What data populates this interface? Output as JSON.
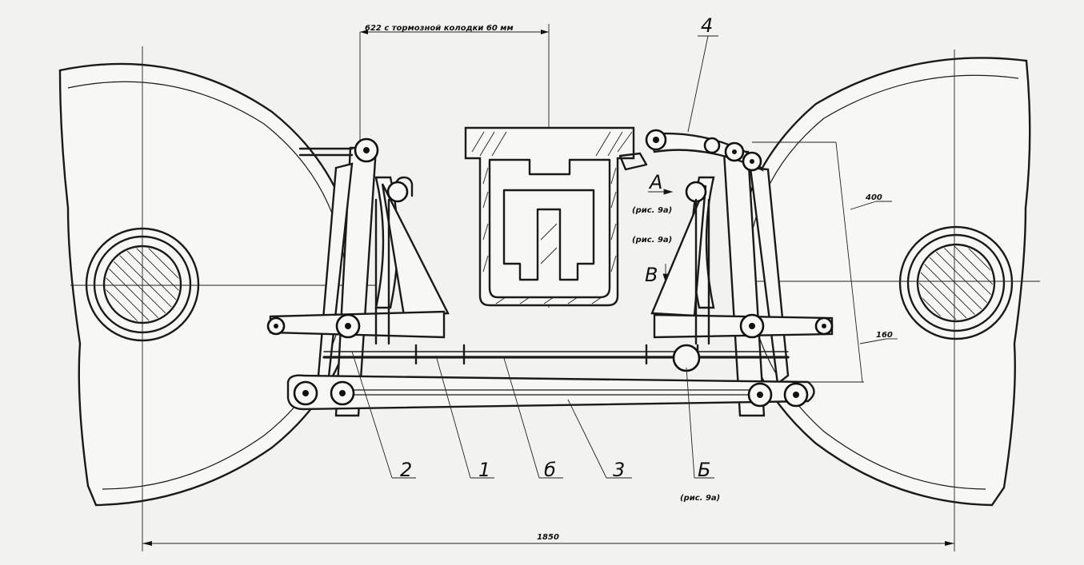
{
  "dimensions": {
    "top": "622 с тормозной колодки 60 мм",
    "bottom": "1850",
    "right_upper": "400",
    "right_lower": "160"
  },
  "callouts": {
    "part_1": "1",
    "part_2": "2",
    "part_3": "3",
    "part_4": "4",
    "part_6": "б",
    "node_b": "Б",
    "view_a": "А",
    "view_v": "В"
  },
  "references": {
    "ref_a": "(рис. 9а)",
    "ref_mid": "(рис. 9а)",
    "ref_b": "(рис. 9а)"
  },
  "colors": {
    "ink": "#1a1a1a",
    "paper": "#f2f2f0"
  }
}
